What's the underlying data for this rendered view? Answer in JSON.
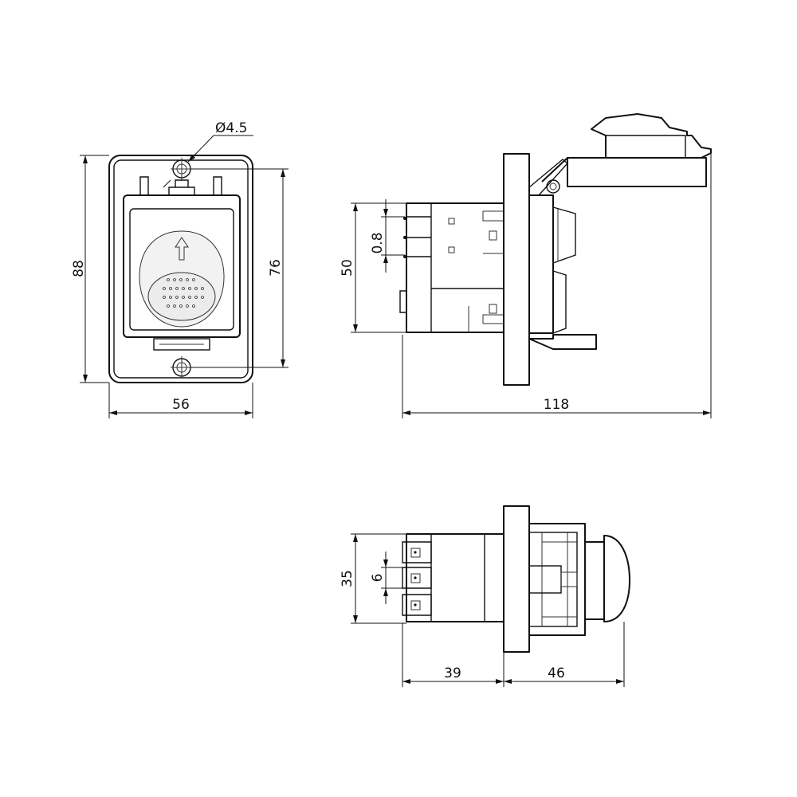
{
  "dimensions": {
    "front": {
      "hole_diameter": "Ø4.5",
      "height": "88",
      "hole_spacing": "76",
      "width": "56"
    },
    "side": {
      "body_height": "50",
      "pin_pitch": "0.8",
      "overall_length": "118"
    },
    "top": {
      "body_height": "35",
      "pin_spacing": "6",
      "rear_length": "39",
      "front_length": "46"
    }
  }
}
